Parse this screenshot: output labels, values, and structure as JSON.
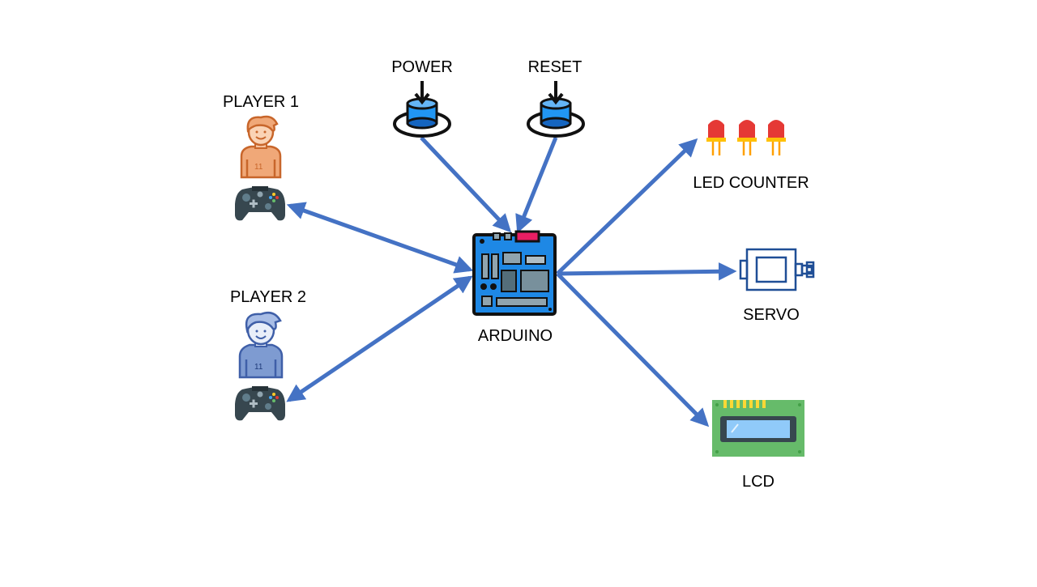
{
  "nodes": {
    "power": "POWER",
    "reset": "RESET",
    "player1": "PLAYER 1",
    "player2": "PLAYER 2",
    "arduino": "ARDUINO",
    "led_counter": "LED COUNTER",
    "servo": "SERVO",
    "lcd": "LCD"
  },
  "colors": {
    "arrow": "#4472C4",
    "board": "#1E88E5",
    "button_top": "#2196F3",
    "player1": "#E39B6B",
    "player2": "#7E9BD1",
    "controller": "#37474F",
    "led": "#E53935",
    "lcd_board": "#66BB6A",
    "lcd_screen": "#90CAF9"
  },
  "icons": {
    "power": "push-button-icon",
    "reset": "push-button-icon",
    "player1": "person-icon",
    "player2": "person-icon",
    "controller": "gamepad-icon",
    "arduino": "microcontroller-board-icon",
    "led_counter": "led-icon",
    "servo": "servo-motor-icon",
    "lcd": "lcd-display-icon"
  }
}
